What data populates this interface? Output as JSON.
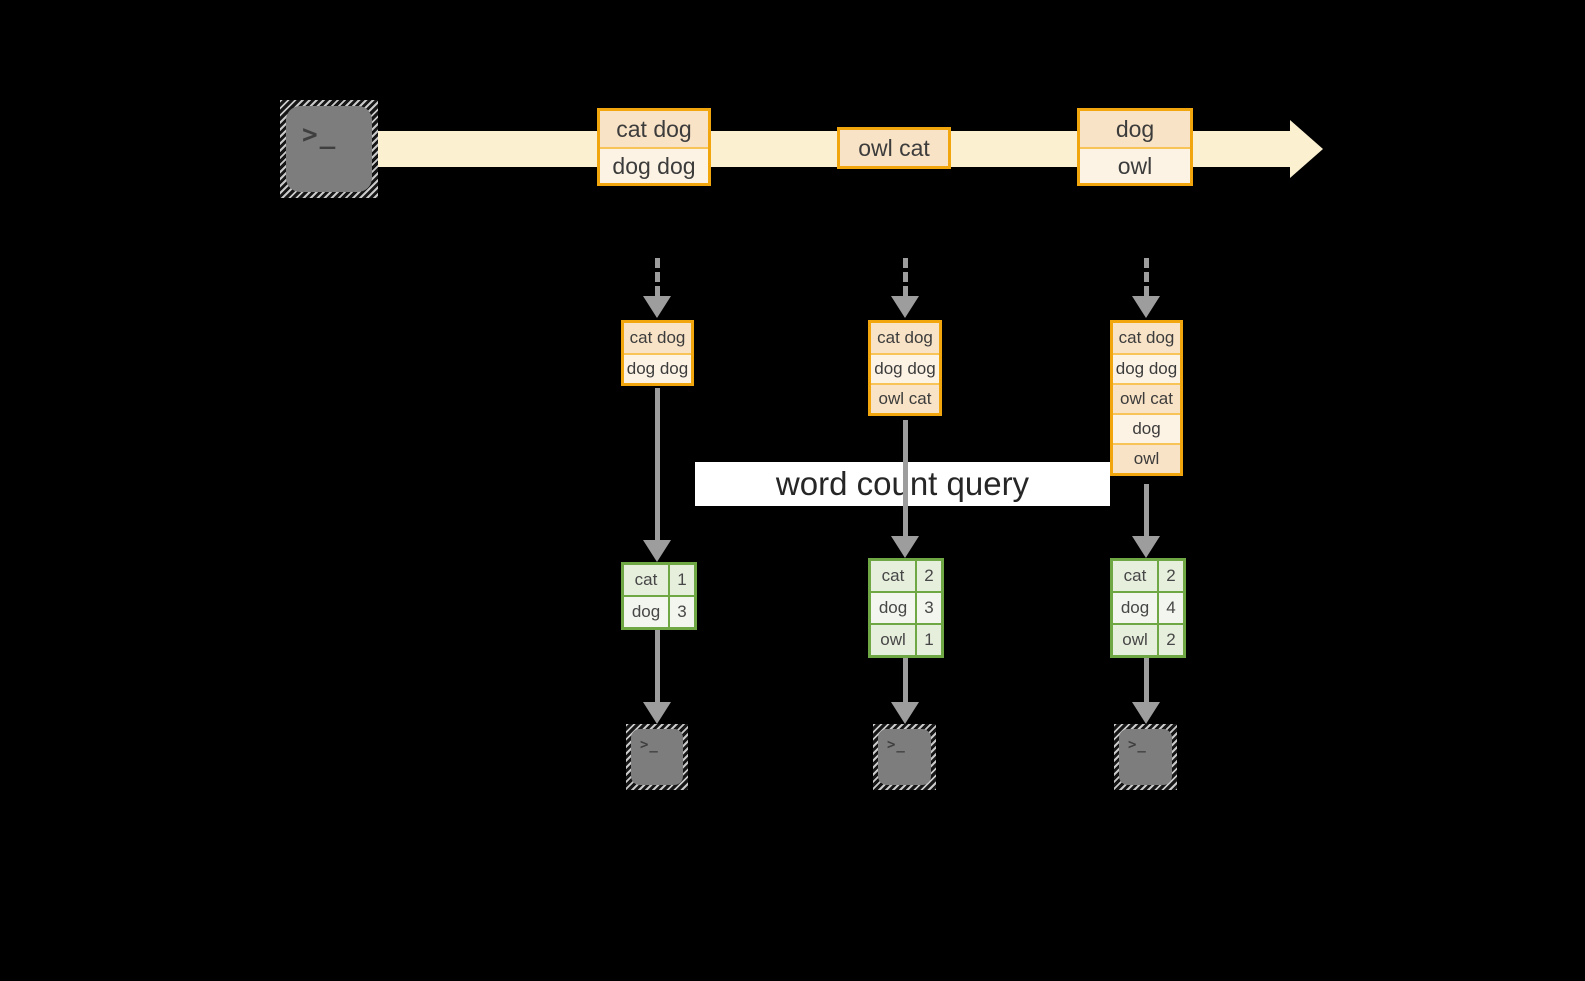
{
  "query_band": {
    "label": "word count query"
  },
  "icons": {
    "terminal_glyph": ">_",
    "source_icon": "terminal-icon",
    "sink_icon": "terminal-icon"
  },
  "colors": {
    "background": "#000000",
    "stream_band": "#fbf0d0",
    "batch_border": "#f2a60d",
    "batch_row_dark": "#f9e3c6",
    "batch_row_light": "#fdf3e5",
    "table_green": "#6ea744",
    "cell_green_dark": "#e6eedc",
    "cell_green_light": "#f2f6ee",
    "arrow_gray": "#9d9d9d",
    "query_band_bg": "#ffffff"
  },
  "stream_batches": [
    {
      "rows": [
        "cat dog",
        "dog dog"
      ]
    },
    {
      "rows": [
        "owl cat"
      ]
    },
    {
      "rows": [
        "dog",
        "owl"
      ]
    }
  ],
  "snapshots": [
    {
      "input_rows": [
        "cat dog",
        "dog dog"
      ],
      "counts": [
        {
          "word": "cat",
          "count": "1"
        },
        {
          "word": "dog",
          "count": "3"
        }
      ]
    },
    {
      "input_rows": [
        "cat dog",
        "dog dog",
        "owl cat"
      ],
      "counts": [
        {
          "word": "cat",
          "count": "2"
        },
        {
          "word": "dog",
          "count": "3"
        },
        {
          "word": "owl",
          "count": "1"
        }
      ]
    },
    {
      "input_rows": [
        "cat dog",
        "dog dog",
        "owl cat",
        "dog",
        "owl"
      ],
      "counts": [
        {
          "word": "cat",
          "count": "2"
        },
        {
          "word": "dog",
          "count": "4"
        },
        {
          "word": "owl",
          "count": "2"
        }
      ]
    }
  ]
}
